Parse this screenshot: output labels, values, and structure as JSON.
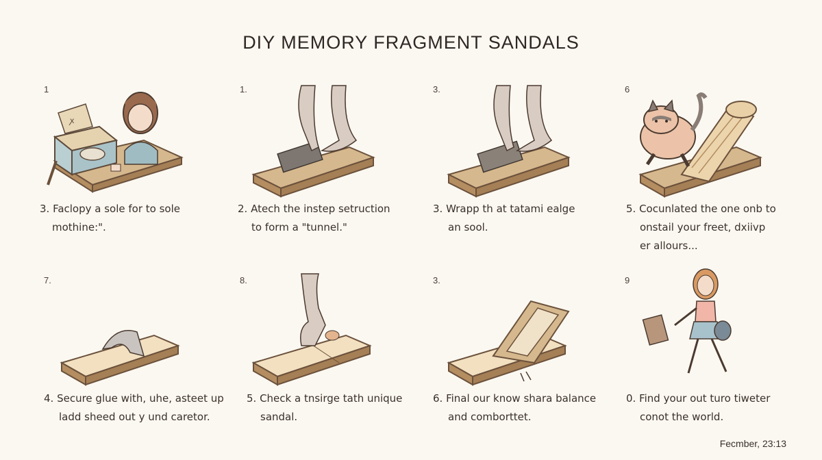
{
  "title": "DIY MEMORY FRAGMENT SANDALS",
  "date": "Fecmber, 23:13",
  "steps": [
    {
      "number": "1",
      "lines": [
        "3. Faclopy a sole for to sole",
        "mothine:\"."
      ]
    },
    {
      "number": "1.",
      "lines": [
        "2. Atech the instep setruction",
        "to form a \"tunnel.\""
      ]
    },
    {
      "number": "3.",
      "lines": [
        "3. Wrapp th at tatami ealge",
        "an sool."
      ]
    },
    {
      "number": "6",
      "lines": [
        "5. Cocunlated the one onb to",
        "onstail your freet, dxiivp",
        "er allours..."
      ]
    },
    {
      "number": "7.",
      "lines": [
        "4. Secure glue with, uhe, asteet up",
        "ladd sheed out y und caretor."
      ]
    },
    {
      "number": "8.",
      "lines": [
        "5. Check a tnsirge tath unique",
        "sandal."
      ]
    },
    {
      "number": "3.",
      "lines": [
        "6. Final our know shara balance",
        "and comborttet."
      ]
    },
    {
      "number": "9",
      "lines": [
        "0. Find your out turo tiweter",
        "conot the world."
      ]
    }
  ]
}
